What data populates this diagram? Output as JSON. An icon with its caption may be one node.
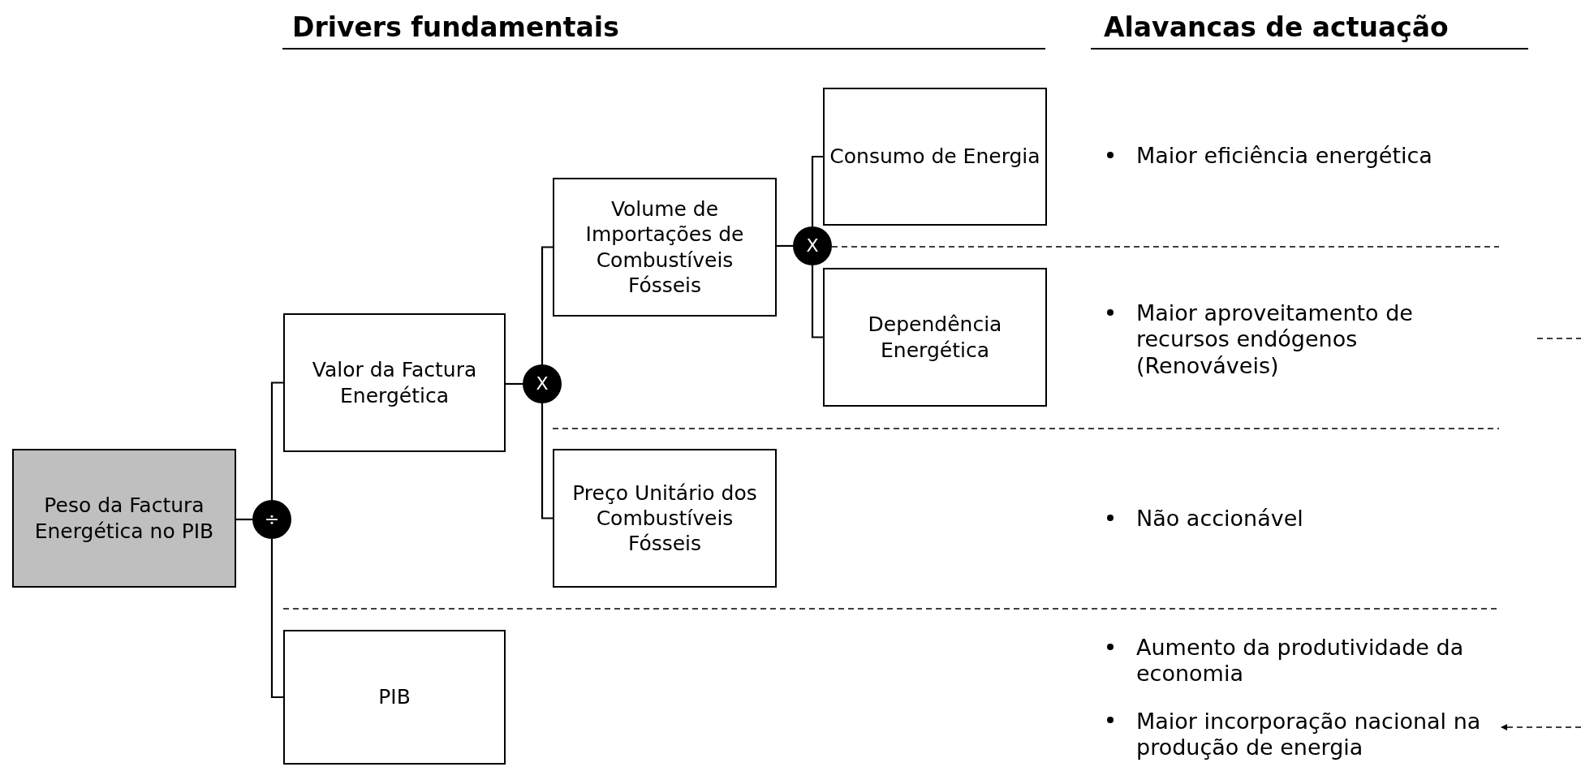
{
  "diagram": {
    "nodes": [
      {
        "text": [
          "Peso da Factura Energética no PIB"
        ]
      },
      {
        "text": [
          "÷"
        ]
      },
      {
        "text": [
          "Valor da Factura Energética"
        ]
      },
      {
        "text": [
          "X"
        ]
      },
      {
        "text": [
          "Volume de Importações de Combustíveis Fósseis"
        ]
      },
      {
        "text": [
          "X"
        ]
      },
      {
        "text": [
          "Consumo de Energia"
        ]
      },
      {
        "text": [
          "Dependência Energética"
        ]
      },
      {
        "text": [
          "Preço Unitário dos Combustíveis Fósseis"
        ]
      },
      {
        "text": [
          "PIB"
        ]
      },
      {
        "text": [
          "Maior incorporação nacional na produção de energia"
        ]
      }
    ],
    "edges": [
      {
        "from": 0,
        "to": 1,
        "arrow": "none"
      },
      {
        "from": 1,
        "to": 2,
        "arrow": "none"
      },
      {
        "from": 1,
        "to": 9,
        "arrow": "none"
      },
      {
        "from": 2,
        "to": 3,
        "arrow": "none"
      },
      {
        "from": 3,
        "to": 4,
        "arrow": "none"
      },
      {
        "from": 3,
        "to": 8,
        "arrow": "none"
      },
      {
        "from": 4,
        "to": 5,
        "arrow": "none"
      },
      {
        "from": 5,
        "to": 6,
        "arrow": "none"
      },
      {
        "from": 5,
        "to": 7,
        "arrow": "none"
      },
      {
        "from": null,
        "to": 10,
        "arrow": "to",
        "style": "dashed"
      }
    ],
    "labels": [
      "Drivers fundamentais",
      "Alavancas de actuação",
      "Maior eficiência energética",
      "Maior aproveitamento de recursos endógenos (Renováveis)",
      "Não accionável",
      "Aumento da produtividade da economia"
    ]
  }
}
